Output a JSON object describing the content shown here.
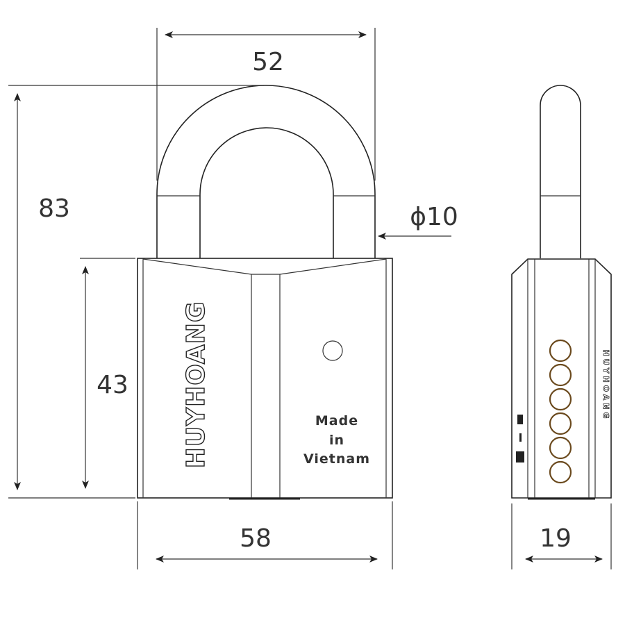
{
  "dimensions": {
    "shackle_width": "52",
    "total_height": "83",
    "body_height": "43",
    "body_width": "58",
    "body_thickness": "19",
    "shackle_diameter": "ϕ10"
  },
  "brand": "HUYHOANG",
  "made_in": [
    "Made",
    "in",
    "Vietnam"
  ],
  "colors": {
    "line": "#222222",
    "button_ring": "#6b4a1e"
  }
}
